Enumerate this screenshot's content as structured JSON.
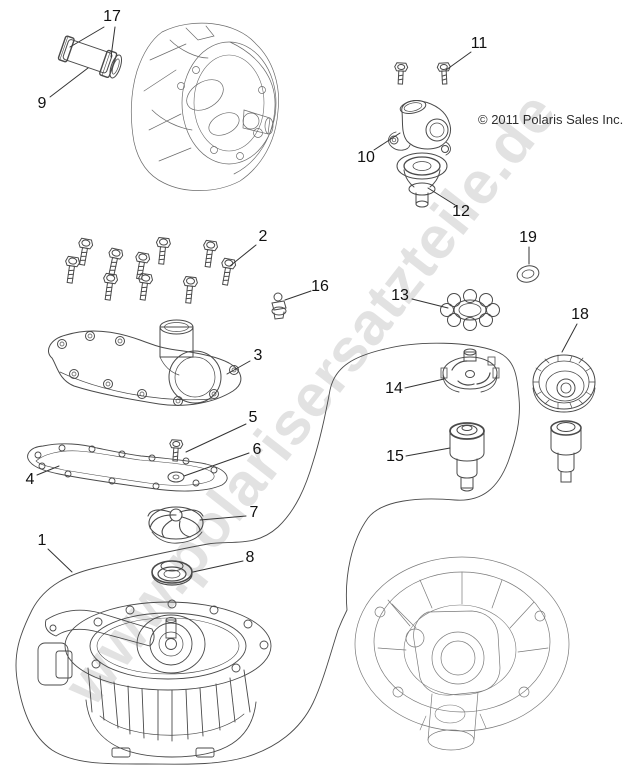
{
  "watermark": {
    "text": "www.polarisersatzteile.de"
  },
  "copyright": "© 2011 Polaris Sales Inc.",
  "colors": {
    "background": "#ffffff",
    "line_ink": "#4a4a4a",
    "light_ink": "#8a8a8a",
    "watermark_gray": "#e2e2e2",
    "callout_text": "#111111"
  },
  "diagram": {
    "type": "exploded-parts-diagram",
    "subject": "engine-cooling-water-pump",
    "callouts": [
      "1",
      "2",
      "3",
      "4",
      "5",
      "6",
      "7",
      "8",
      "9",
      "10",
      "11",
      "12",
      "13",
      "14",
      "15",
      "16",
      "17",
      "18",
      "19"
    ]
  }
}
